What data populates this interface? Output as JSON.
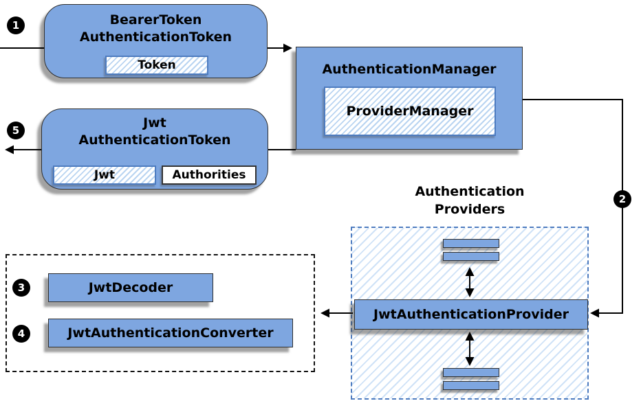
{
  "nodes": {
    "bearer_token": {
      "title1": "BearerToken",
      "title2": "AuthenticationToken",
      "token": "Token"
    },
    "auth_manager": {
      "title": "AuthenticationManager",
      "provider_manager": "ProviderManager"
    },
    "jwt_auth_token": {
      "title1": "Jwt",
      "title2": "AuthenticationToken",
      "jwt": "Jwt",
      "authorities": "Authorities"
    },
    "jwt_decoder": {
      "label": "JwtDecoder"
    },
    "jwt_auth_converter": {
      "label": "JwtAuthenticationConverter"
    },
    "jwt_auth_provider": {
      "label": "JwtAuthenticationProvider"
    },
    "providers_label": {
      "line1": "Authentication",
      "line2": "Providers"
    }
  },
  "steps": {
    "s1": "1",
    "s2": "2",
    "s3": "3",
    "s4": "4",
    "s5": "5"
  },
  "colors": {
    "node_fill": "#7EA6E0",
    "node_border": "#2e2e2e",
    "inner_border_blue": "#4d7bbf",
    "hatch_stroke": "#b9d4f1",
    "container_hatch": "#cfe2f7",
    "dashed_black": "#111111",
    "arrow": "#000000",
    "badge_bg": "#000000",
    "badge_text": "#ffffff"
  }
}
